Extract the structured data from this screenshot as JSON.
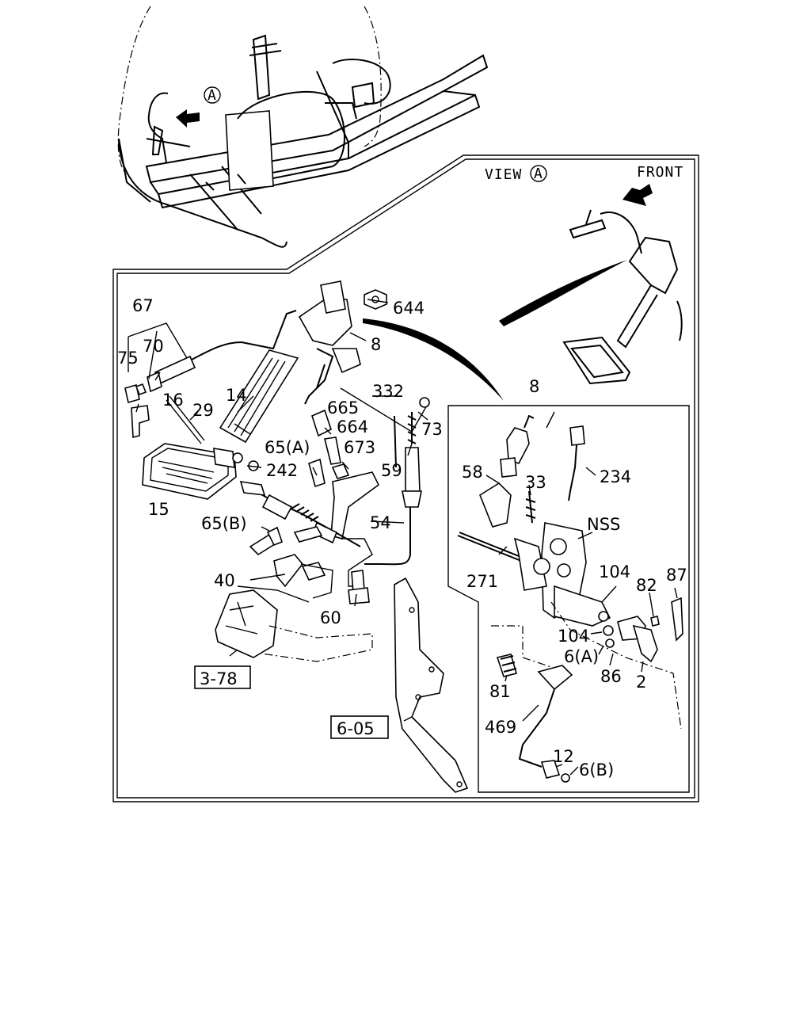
{
  "view": {
    "label": "VIEW",
    "circle_letter": "A",
    "front_label": "FRONT"
  },
  "overview": {
    "circle_letter": "A"
  },
  "references": {
    "ref_1": "3-78",
    "ref_2": "6-05"
  },
  "parts": {
    "p67": "67",
    "p70": "70",
    "p75": "75",
    "p16": "16",
    "p29": "29",
    "p14": "14",
    "p15": "15",
    "p242": "242",
    "p65a": "65(A)",
    "p65b": "65(B)",
    "p644": "644",
    "p8a": "8",
    "p332": "332",
    "p665": "665",
    "p664": "664",
    "p673": "673",
    "p73": "73",
    "p59": "59",
    "p54": "54",
    "p40": "40",
    "p60": "60",
    "p8b": "8",
    "p58": "58",
    "p33": "33",
    "p234": "234",
    "pNSS": "NSS",
    "p271": "271",
    "p104a": "104",
    "p82": "82",
    "p87": "87",
    "p104b": "104",
    "p6a": "6(A)",
    "p86": "86",
    "p2": "2",
    "p81": "81",
    "p469": "469",
    "p12": "12",
    "p6b": "6(B)"
  }
}
